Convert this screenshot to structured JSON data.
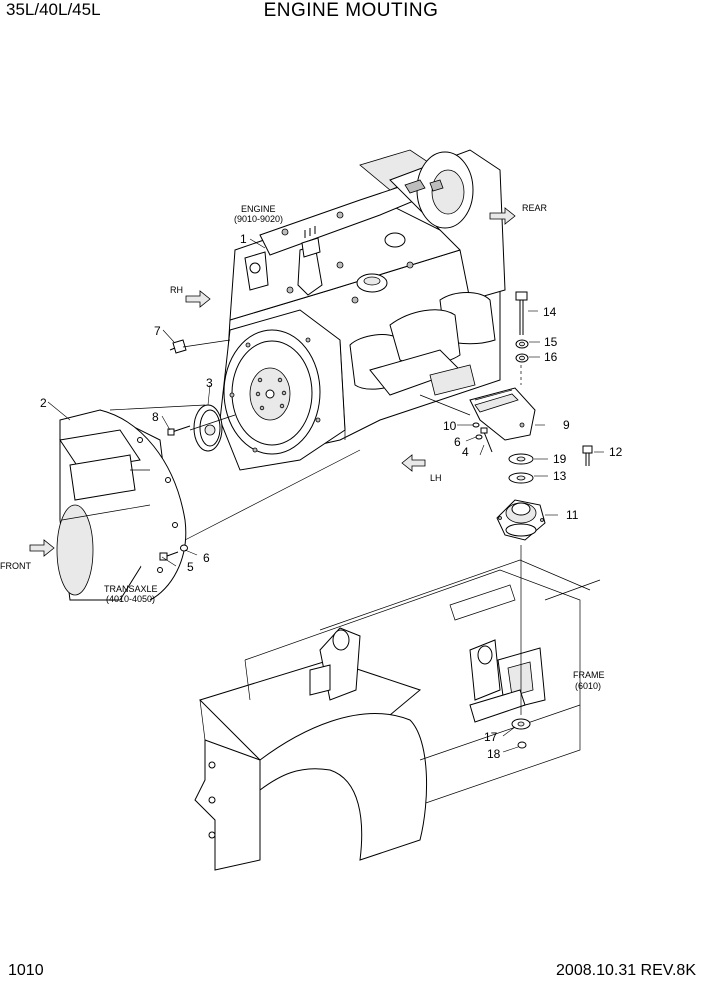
{
  "header": {
    "model": "35L/40L/45L",
    "title": "ENGINE MOUTING"
  },
  "footer": {
    "page": "1010",
    "date_rev": "2008.10.31  REV.8K"
  },
  "labels": {
    "engine": "ENGINE",
    "engine_ref": "(9010-9020)",
    "transaxle": "TRANSAXLE",
    "transaxle_ref": "(4010-4050)",
    "frame": "FRAME",
    "frame_ref": "(6010)",
    "rear": "REAR",
    "rh": "RH",
    "lh": "LH",
    "front": "FRONT"
  },
  "callouts": [
    "1",
    "2",
    "3",
    "4",
    "5",
    "6",
    "6",
    "7",
    "8",
    "9",
    "10",
    "11",
    "12",
    "13",
    "14",
    "15",
    "16",
    "17",
    "18",
    "19"
  ]
}
